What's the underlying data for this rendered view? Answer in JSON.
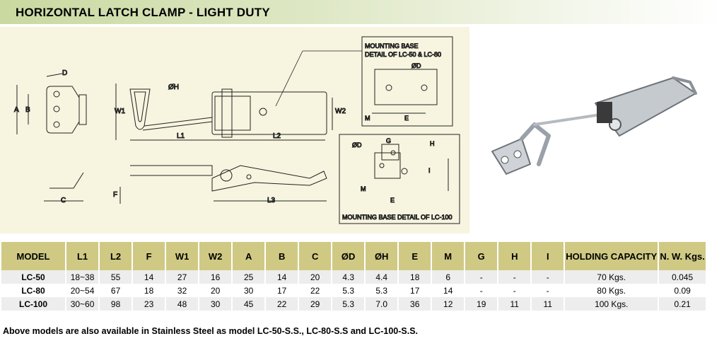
{
  "header": {
    "title": "HORIZONTAL LATCH CLAMP - LIGHT DUTY"
  },
  "drawing": {
    "dim_labels": {
      "a": "A",
      "b": "B",
      "d": "D",
      "c": "C",
      "f": "F",
      "w1": "W1",
      "w2": "W2",
      "l1": "L1",
      "l2": "L2",
      "l3": "L3",
      "oh": "ØH"
    },
    "detail_upper": {
      "title_line1": "MOUNTING BASE",
      "title_line2": "DETAIL OF LC-50 & LC-80",
      "od": "ØD",
      "m": "M",
      "e": "E"
    },
    "detail_lower": {
      "title": "MOUNTING BASE DETAIL OF LC-100",
      "od": "ØD",
      "g": "G",
      "h": "H",
      "i": "I",
      "m": "M",
      "e": "E"
    }
  },
  "table": {
    "headers": [
      "MODEL",
      "L1",
      "L2",
      "F",
      "W1",
      "W2",
      "A",
      "B",
      "C",
      "ØD",
      "ØH",
      "E",
      "M",
      "G",
      "H",
      "I",
      "HOLDING CAPACITY",
      "N. W. Kgs."
    ],
    "rows": [
      [
        "LC-50",
        "18~38",
        "55",
        "14",
        "27",
        "16",
        "25",
        "14",
        "20",
        "4.3",
        "4.4",
        "18",
        "6",
        "-",
        "-",
        "-",
        "70 Kgs.",
        "0.045"
      ],
      [
        "LC-80",
        "20~54",
        "67",
        "18",
        "32",
        "20",
        "30",
        "17",
        "22",
        "5.3",
        "5.3",
        "17",
        "14",
        "-",
        "-",
        "-",
        "80 Kgs.",
        "0.09"
      ],
      [
        "LC-100",
        "30~60",
        "98",
        "23",
        "48",
        "30",
        "45",
        "22",
        "29",
        "5.3",
        "7.0",
        "36",
        "12",
        "19",
        "11",
        "11",
        "100 Kgs.",
        "0.21"
      ]
    ]
  },
  "footnote": "Above models are also available in Stainless Steel as model LC-50-S.S., LC-80-S.S and LC-100-S.S."
}
